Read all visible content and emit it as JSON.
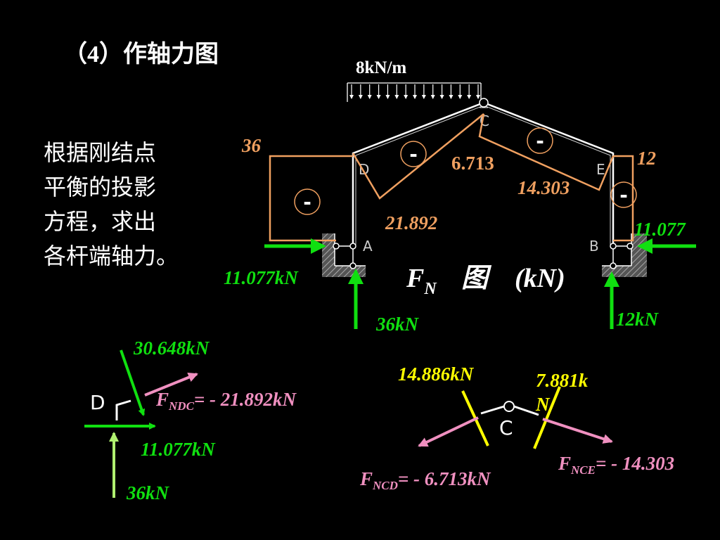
{
  "title": "（4）作轴力图",
  "description_lines": [
    "根据刚结点",
    "平衡的投影",
    "方程，求出",
    "各杆端轴力。"
  ],
  "colors": {
    "background": "#000000",
    "white": "#ffffff",
    "orange": "#f0a060",
    "green": "#10e010",
    "pink": "#f090c0",
    "yellow": "#ffff00",
    "lightgreen": "#b0f070",
    "gray": "#a0a0a0"
  },
  "frame": {
    "load_label": "8kN/m",
    "node_labels": {
      "A": "A",
      "B": "B",
      "C": "C",
      "D": "D",
      "E": "E"
    },
    "values": {
      "v36": "36",
      "v12": "12",
      "v6713": "6.713",
      "v14303": "14.303",
      "v21892": "21.892",
      "v11077_right": "11.077"
    },
    "signs": [
      "-",
      "-",
      "-",
      "-"
    ],
    "reactions": {
      "left_horizontal": "11.077kN",
      "left_vertical": "36kN",
      "right_vertical": "12kN"
    },
    "diagram_title": {
      "main": "F",
      "sub": "N",
      "word": "图",
      "unit": "(kN)"
    }
  },
  "joint_d": {
    "label": "D",
    "force_top": "30.648kN",
    "f_ndc": {
      "main": "F",
      "sub": "NDC",
      "rest": "= - 21.892kN"
    },
    "force_h": "11.077kN",
    "force_v": "36kN"
  },
  "joint_c": {
    "label": "C",
    "force_left": "14.886kN",
    "force_right_line1": "7.881k",
    "force_right_line2": "N",
    "f_ncd": {
      "main": "F",
      "sub": "NCD",
      "rest": "= - 6.713kN"
    },
    "f_nce": {
      "main": "F",
      "sub": "NCE",
      "rest": "= - 14.303"
    }
  }
}
